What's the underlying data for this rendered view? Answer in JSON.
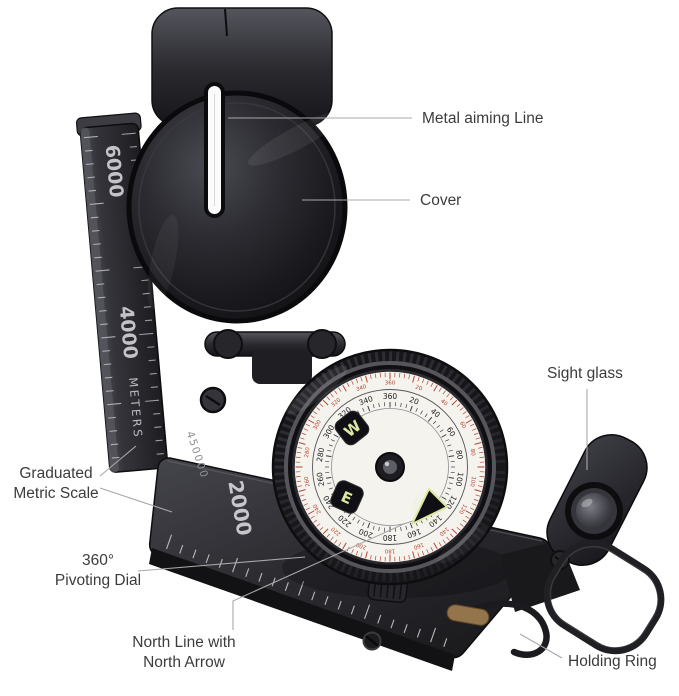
{
  "annotations": {
    "metal_aiming_line": "Metal aiming Line",
    "cover": "Cover",
    "sight_glass": "Sight glass",
    "graduated_1": "Graduated",
    "graduated_2": "Metric Scale",
    "dial_1": "360°",
    "dial_2": "Pivoting Dial",
    "north_1": "North Line with",
    "north_2": "North Arrow",
    "holding_ring": "Holding Ring"
  },
  "compass_text": {
    "scale_6000": "6000",
    "scale_4000": "4000",
    "scale_unit": "METERS",
    "base_2000": "2000",
    "base_serial": "450000",
    "marker_w": "W",
    "marker_e": "E"
  },
  "dial": {
    "degrees": [
      "20",
      "40",
      "60",
      "80",
      "100",
      "120",
      "140",
      "160",
      "180",
      "200",
      "220",
      "240",
      "260",
      "280",
      "300",
      "320",
      "340",
      "360"
    ]
  },
  "colors": {
    "label_text": "#3c3c3c",
    "leader_line": "#a8a8a8",
    "body_dark": "#222226",
    "dial_face": "#f5f3ee",
    "red_scale": "#b5442f",
    "lume_green": "#dce8a2"
  }
}
